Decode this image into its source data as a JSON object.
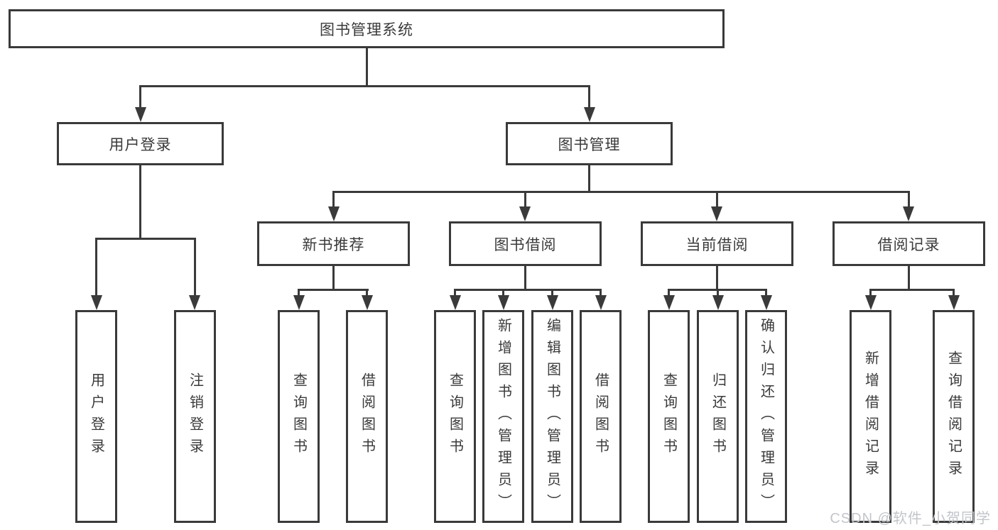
{
  "diagram_title": "图书管理系统",
  "colors": {
    "line": "#3a3a3a",
    "text": "#3a3a3a",
    "background": "#ffffff",
    "watermark": "#c2c5ca"
  },
  "watermark": "CSDN @软件_小贺同学",
  "nodes": {
    "root": "图书管理系统",
    "level2": [
      "用户登录",
      "图书管理"
    ],
    "groups": [
      "新书推荐",
      "图书借阅",
      "当前借阅",
      "借阅记录"
    ],
    "leaves_user_login": [
      "用户登录",
      "注销登录"
    ],
    "leaves_new_books": [
      "查询图书",
      "借阅图书"
    ],
    "leaves_book_borrow": [
      "查询图书",
      "新增图书（管理员）",
      "编辑图书（管理员）",
      "借阅图书"
    ],
    "leaves_current_borrow": [
      "查询图书",
      "归还图书",
      "确认归还（管理员）"
    ],
    "leaves_borrow_records": [
      "新增借阅记录",
      "查询借阅记录"
    ]
  }
}
